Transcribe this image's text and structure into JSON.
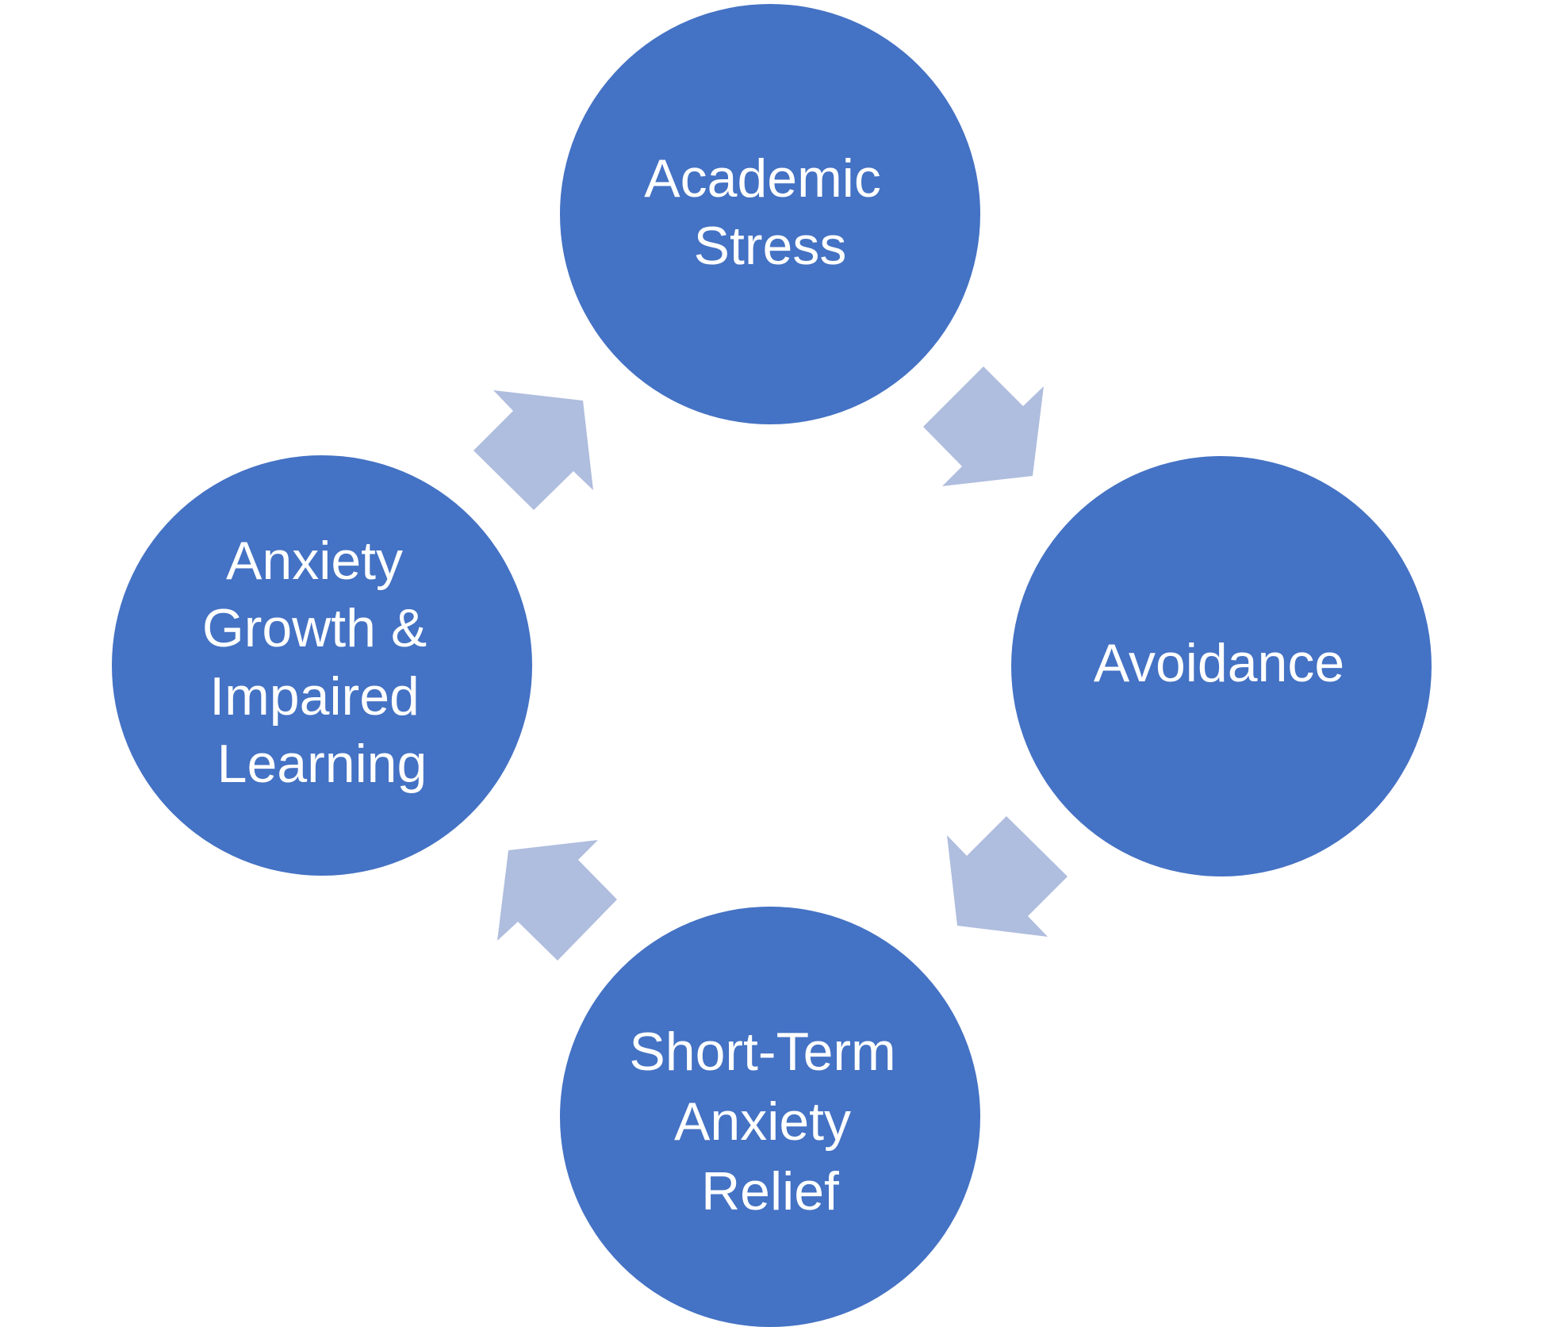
{
  "diagram": {
    "type": "cycle",
    "direction": "clockwise",
    "colors": {
      "node_fill": "#4472C4",
      "arrow_fill": "#AFBDDE",
      "text": "#FFFFFF",
      "background": "#FFFFFF"
    },
    "nodes": [
      {
        "id": "academic-stress",
        "position": "top",
        "lines": [
          "Academic",
          "Stress"
        ]
      },
      {
        "id": "avoidance",
        "position": "right",
        "lines": [
          "Avoidance"
        ]
      },
      {
        "id": "short-term-anxiety-relief",
        "position": "bottom",
        "lines": [
          "Short-Term",
          "Anxiety",
          "Relief"
        ]
      },
      {
        "id": "anxiety-growth-impaired-learning",
        "position": "left",
        "lines": [
          "Anxiety",
          "Growth &",
          "Impaired",
          "Learning"
        ]
      }
    ],
    "edges": [
      {
        "from": "academic-stress",
        "to": "avoidance"
      },
      {
        "from": "avoidance",
        "to": "short-term-anxiety-relief"
      },
      {
        "from": "short-term-anxiety-relief",
        "to": "anxiety-growth-impaired-learning"
      },
      {
        "from": "anxiety-growth-impaired-learning",
        "to": "academic-stress"
      }
    ]
  }
}
